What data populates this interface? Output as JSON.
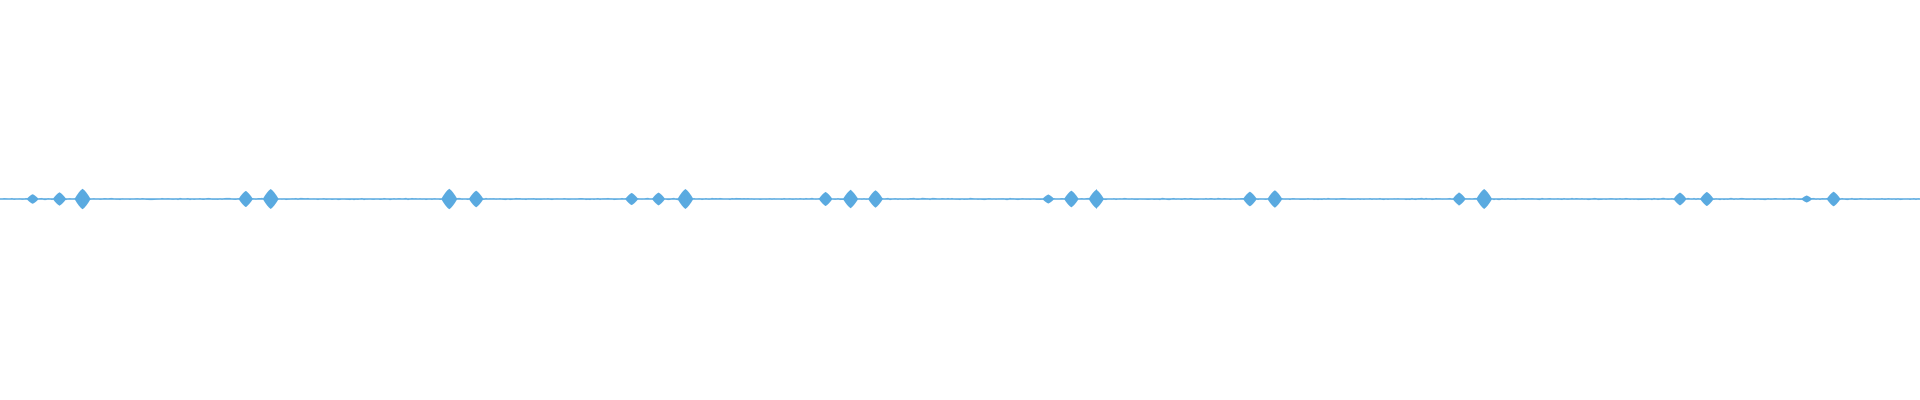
{
  "waveform": {
    "color": "#5aaae0",
    "bursts": [
      {
        "t": 0.017,
        "level": 0.28
      },
      {
        "t": 0.031,
        "level": 0.4
      },
      {
        "t": 0.043,
        "level": 0.62
      },
      {
        "t": 0.128,
        "level": 0.48
      },
      {
        "t": 0.141,
        "level": 0.6
      },
      {
        "t": 0.234,
        "level": 0.62
      },
      {
        "t": 0.248,
        "level": 0.5
      },
      {
        "t": 0.329,
        "level": 0.36
      },
      {
        "t": 0.343,
        "level": 0.38
      },
      {
        "t": 0.357,
        "level": 0.6
      },
      {
        "t": 0.43,
        "level": 0.42
      },
      {
        "t": 0.443,
        "level": 0.55
      },
      {
        "t": 0.456,
        "level": 0.52
      },
      {
        "t": 0.546,
        "level": 0.26
      },
      {
        "t": 0.558,
        "level": 0.5
      },
      {
        "t": 0.571,
        "level": 0.56
      },
      {
        "t": 0.651,
        "level": 0.44
      },
      {
        "t": 0.664,
        "level": 0.52
      },
      {
        "t": 0.76,
        "level": 0.38
      },
      {
        "t": 0.773,
        "level": 0.6
      },
      {
        "t": 0.875,
        "level": 0.38
      },
      {
        "t": 0.889,
        "level": 0.42
      },
      {
        "t": 0.941,
        "level": 0.2
      },
      {
        "t": 0.955,
        "level": 0.44
      }
    ]
  }
}
